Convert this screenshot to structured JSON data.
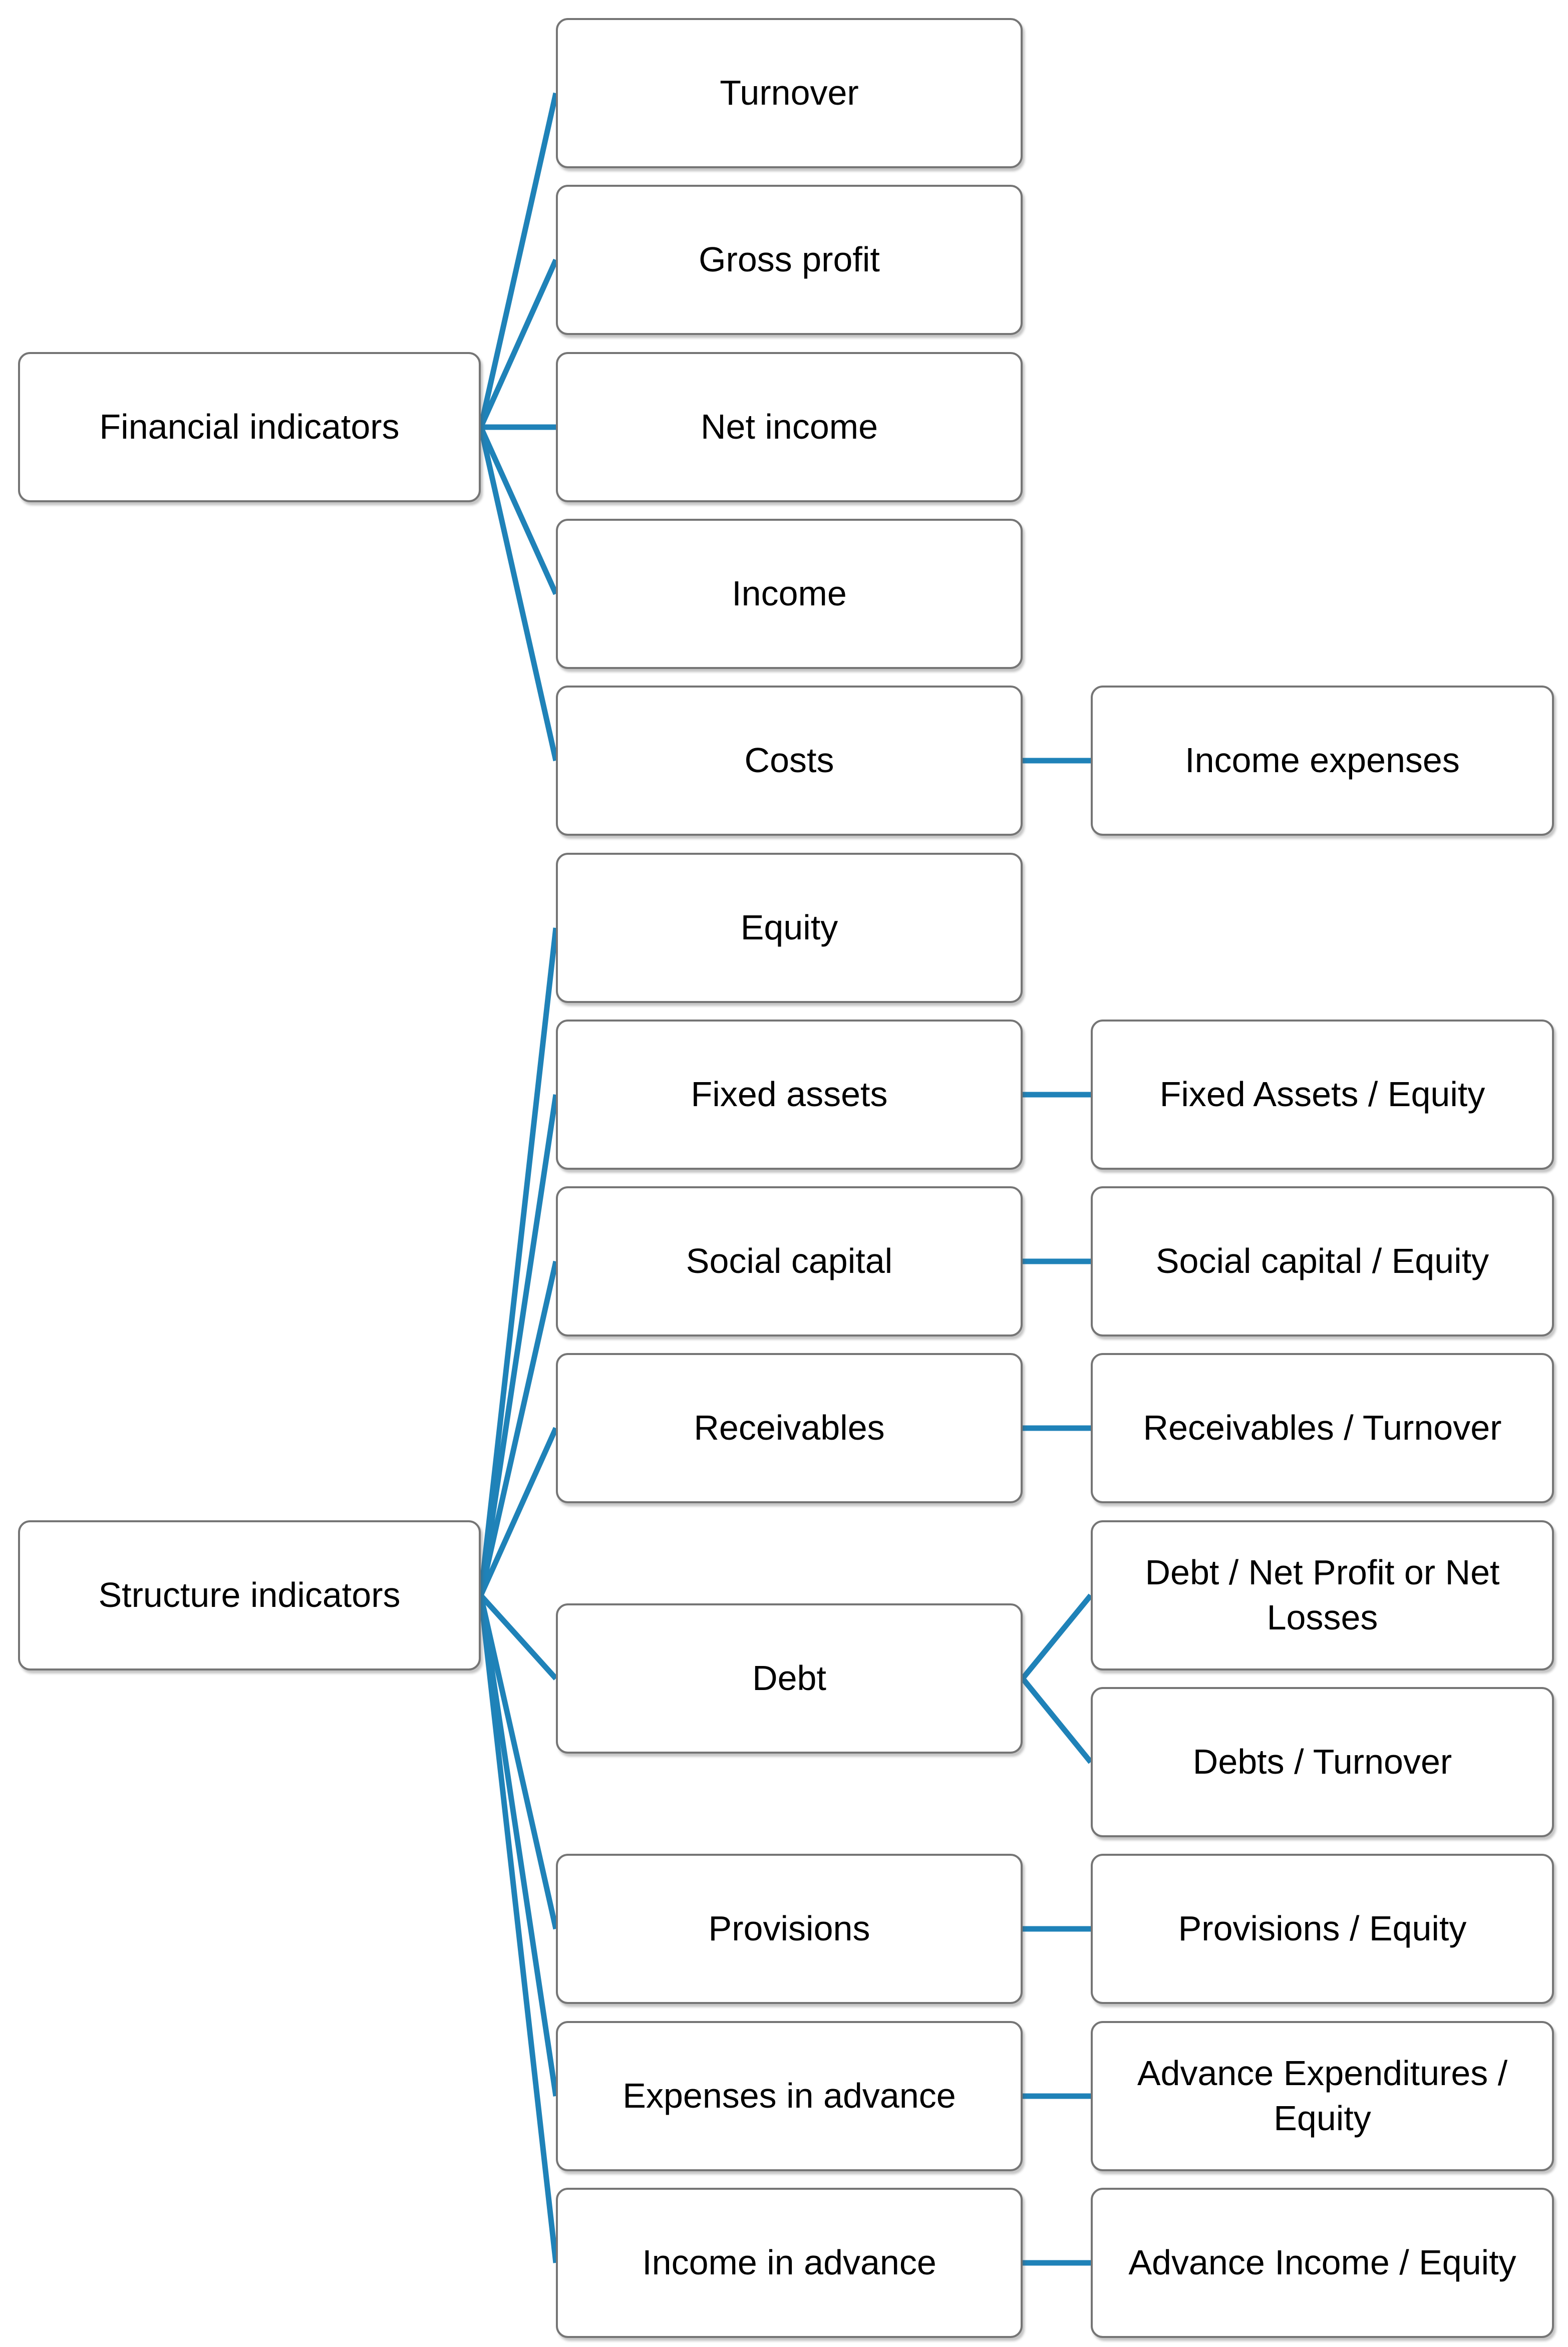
{
  "diagram": {
    "title": "Financial and structure indicators hierarchy",
    "colors": {
      "connector": "#1f82b8",
      "box_border": "#757575",
      "box_fill": "#ffffff",
      "text": "#000000",
      "background": "#ffffff"
    },
    "nodes": [
      {
        "id": "financial-indicators",
        "label": "Financial indicators",
        "col": 0,
        "row": 2
      },
      {
        "id": "turnover",
        "label": "Turnover",
        "col": 1,
        "row": 0
      },
      {
        "id": "gross-profit",
        "label": "Gross profit",
        "col": 1,
        "row": 1
      },
      {
        "id": "net-income",
        "label": "Net income",
        "col": 1,
        "row": 2
      },
      {
        "id": "income",
        "label": "Income",
        "col": 1,
        "row": 3
      },
      {
        "id": "costs",
        "label": "Costs",
        "col": 1,
        "row": 4
      },
      {
        "id": "income-expenses",
        "label": "Income expenses",
        "col": 2,
        "row": 4
      },
      {
        "id": "equity",
        "label": "Equity",
        "col": 1,
        "row": 5
      },
      {
        "id": "fixed-assets",
        "label": "Fixed assets",
        "col": 1,
        "row": 6
      },
      {
        "id": "fixed-assets-equity",
        "label": "Fixed Assets / Equity",
        "col": 2,
        "row": 6
      },
      {
        "id": "social-capital",
        "label": "Social capital",
        "col": 1,
        "row": 7
      },
      {
        "id": "social-capital-equity",
        "label": "Social capital / Equity",
        "col": 2,
        "row": 7
      },
      {
        "id": "receivables",
        "label": "Receivables",
        "col": 1,
        "row": 8
      },
      {
        "id": "receivables-turnover",
        "label": "Receivables / Turnover",
        "col": 2,
        "row": 8
      },
      {
        "id": "structure-indicators",
        "label": "Structure indicators",
        "col": 0,
        "row": 9
      },
      {
        "id": "debt-net-profit",
        "label": "Debt / Net Profit or Net Losses",
        "col": 2,
        "row": 9
      },
      {
        "id": "debt",
        "label": "Debt",
        "col": 1,
        "row": 9.5
      },
      {
        "id": "debts-turnover",
        "label": "Debts / Turnover",
        "col": 2,
        "row": 10
      },
      {
        "id": "provisions",
        "label": "Provisions",
        "col": 1,
        "row": 11
      },
      {
        "id": "provisions-equity",
        "label": "Provisions / Equity",
        "col": 2,
        "row": 11
      },
      {
        "id": "expenses-in-advance",
        "label": "Expenses in advance",
        "col": 1,
        "row": 12
      },
      {
        "id": "advance-expenditures-equity",
        "label": "Advance Expenditures / Equity",
        "col": 2,
        "row": 12
      },
      {
        "id": "income-in-advance",
        "label": "Income in advance",
        "col": 1,
        "row": 13
      },
      {
        "id": "advance-income-equity",
        "label": "Advance Income / Equity",
        "col": 2,
        "row": 13
      }
    ],
    "edges": [
      {
        "from": "financial-indicators",
        "to": "turnover"
      },
      {
        "from": "financial-indicators",
        "to": "gross-profit"
      },
      {
        "from": "financial-indicators",
        "to": "net-income"
      },
      {
        "from": "financial-indicators",
        "to": "income"
      },
      {
        "from": "financial-indicators",
        "to": "costs"
      },
      {
        "from": "costs",
        "to": "income-expenses"
      },
      {
        "from": "structure-indicators",
        "to": "equity"
      },
      {
        "from": "structure-indicators",
        "to": "fixed-assets"
      },
      {
        "from": "structure-indicators",
        "to": "social-capital"
      },
      {
        "from": "structure-indicators",
        "to": "receivables"
      },
      {
        "from": "structure-indicators",
        "to": "debt"
      },
      {
        "from": "structure-indicators",
        "to": "provisions"
      },
      {
        "from": "structure-indicators",
        "to": "expenses-in-advance"
      },
      {
        "from": "structure-indicators",
        "to": "income-in-advance"
      },
      {
        "from": "fixed-assets",
        "to": "fixed-assets-equity"
      },
      {
        "from": "social-capital",
        "to": "social-capital-equity"
      },
      {
        "from": "receivables",
        "to": "receivables-turnover"
      },
      {
        "from": "debt",
        "to": "debt-net-profit"
      },
      {
        "from": "debt",
        "to": "debts-turnover"
      },
      {
        "from": "provisions",
        "to": "provisions-equity"
      },
      {
        "from": "expenses-in-advance",
        "to": "advance-expenditures-equity"
      },
      {
        "from": "income-in-advance",
        "to": "advance-income-equity"
      }
    ]
  }
}
